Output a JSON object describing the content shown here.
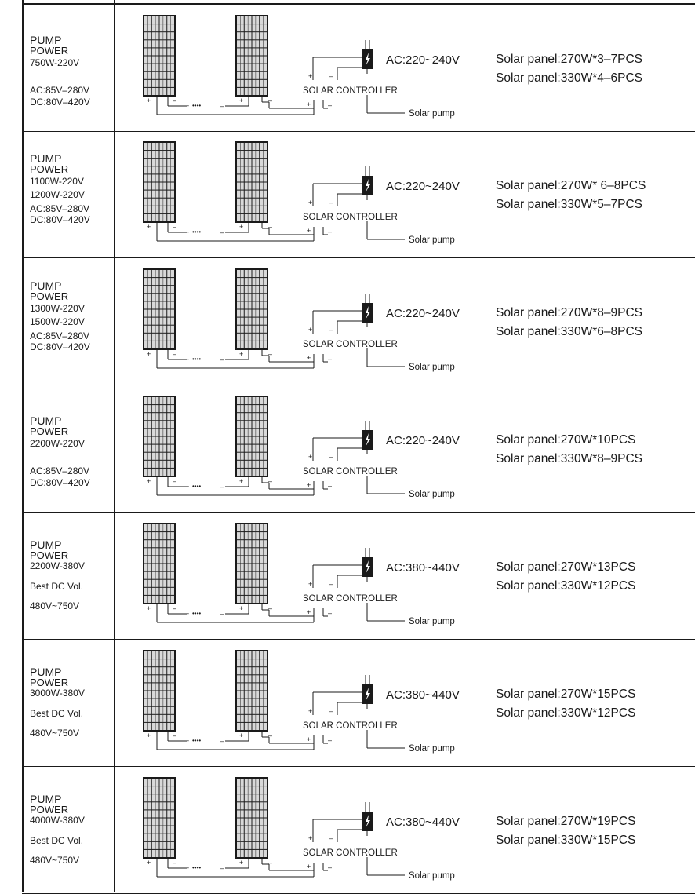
{
  "diagram_labels": {
    "controller": "SOLAR CONTROLLER",
    "pump": "Solar pump",
    "plus": "+",
    "minus": "–",
    "dots": "••••"
  },
  "rows": [
    {
      "spec": [
        "PUMP",
        "POWER",
        "750W-220V",
        "AC:85V–280V",
        "DC:80V–420V"
      ],
      "ac": "AC:220~240V",
      "panels": [
        "Solar panel:270W*3–7PCS",
        "Solar panel:330W*4–6PCS"
      ]
    },
    {
      "spec": [
        "PUMP",
        "POWER",
        "1100W-220V",
        "1200W-220V",
        "AC:85V–280V",
        "DC:80V–420V"
      ],
      "ac": "AC:220~240V",
      "panels": [
        "Solar panel:270W* 6–8PCS",
        "Solar panel:330W*5–7PCS"
      ]
    },
    {
      "spec": [
        "PUMP",
        "POWER",
        "1300W-220V",
        "1500W-220V",
        "AC:85V–280V",
        "DC:80V–420V"
      ],
      "ac": "AC:220~240V",
      "panels": [
        "Solar panel:270W*8–9PCS",
        "Solar panel:330W*6–8PCS"
      ]
    },
    {
      "spec": [
        "PUMP",
        "POWER",
        "2200W-220V",
        "AC:85V–280V",
        "DC:80V–420V"
      ],
      "ac": "AC:220~240V",
      "panels": [
        "Solar panel:270W*10PCS",
        "Solar panel:330W*8–9PCS"
      ]
    },
    {
      "spec": [
        "PUMP",
        "POWER",
        "2200W-380V",
        "Best DC Vol.",
        "480V~750V"
      ],
      "ac": "AC:380~440V",
      "panels": [
        "Solar panel:270W*13PCS",
        "Solar panel:330W*12PCS"
      ]
    },
    {
      "spec": [
        "PUMP",
        "POWER",
        "3000W-380V",
        "Best DC Vol.",
        "480V~750V"
      ],
      "ac": "AC:380~440V",
      "panels": [
        "Solar panel:270W*15PCS",
        "Solar panel:330W*12PCS"
      ]
    },
    {
      "spec": [
        "PUMP",
        "POWER",
        "4000W-380V",
        "Best DC Vol.",
        "480V~750V"
      ],
      "ac": "AC:380~440V",
      "panels": [
        "Solar panel:270W*19PCS",
        "Solar panel:330W*15PCS"
      ]
    }
  ]
}
